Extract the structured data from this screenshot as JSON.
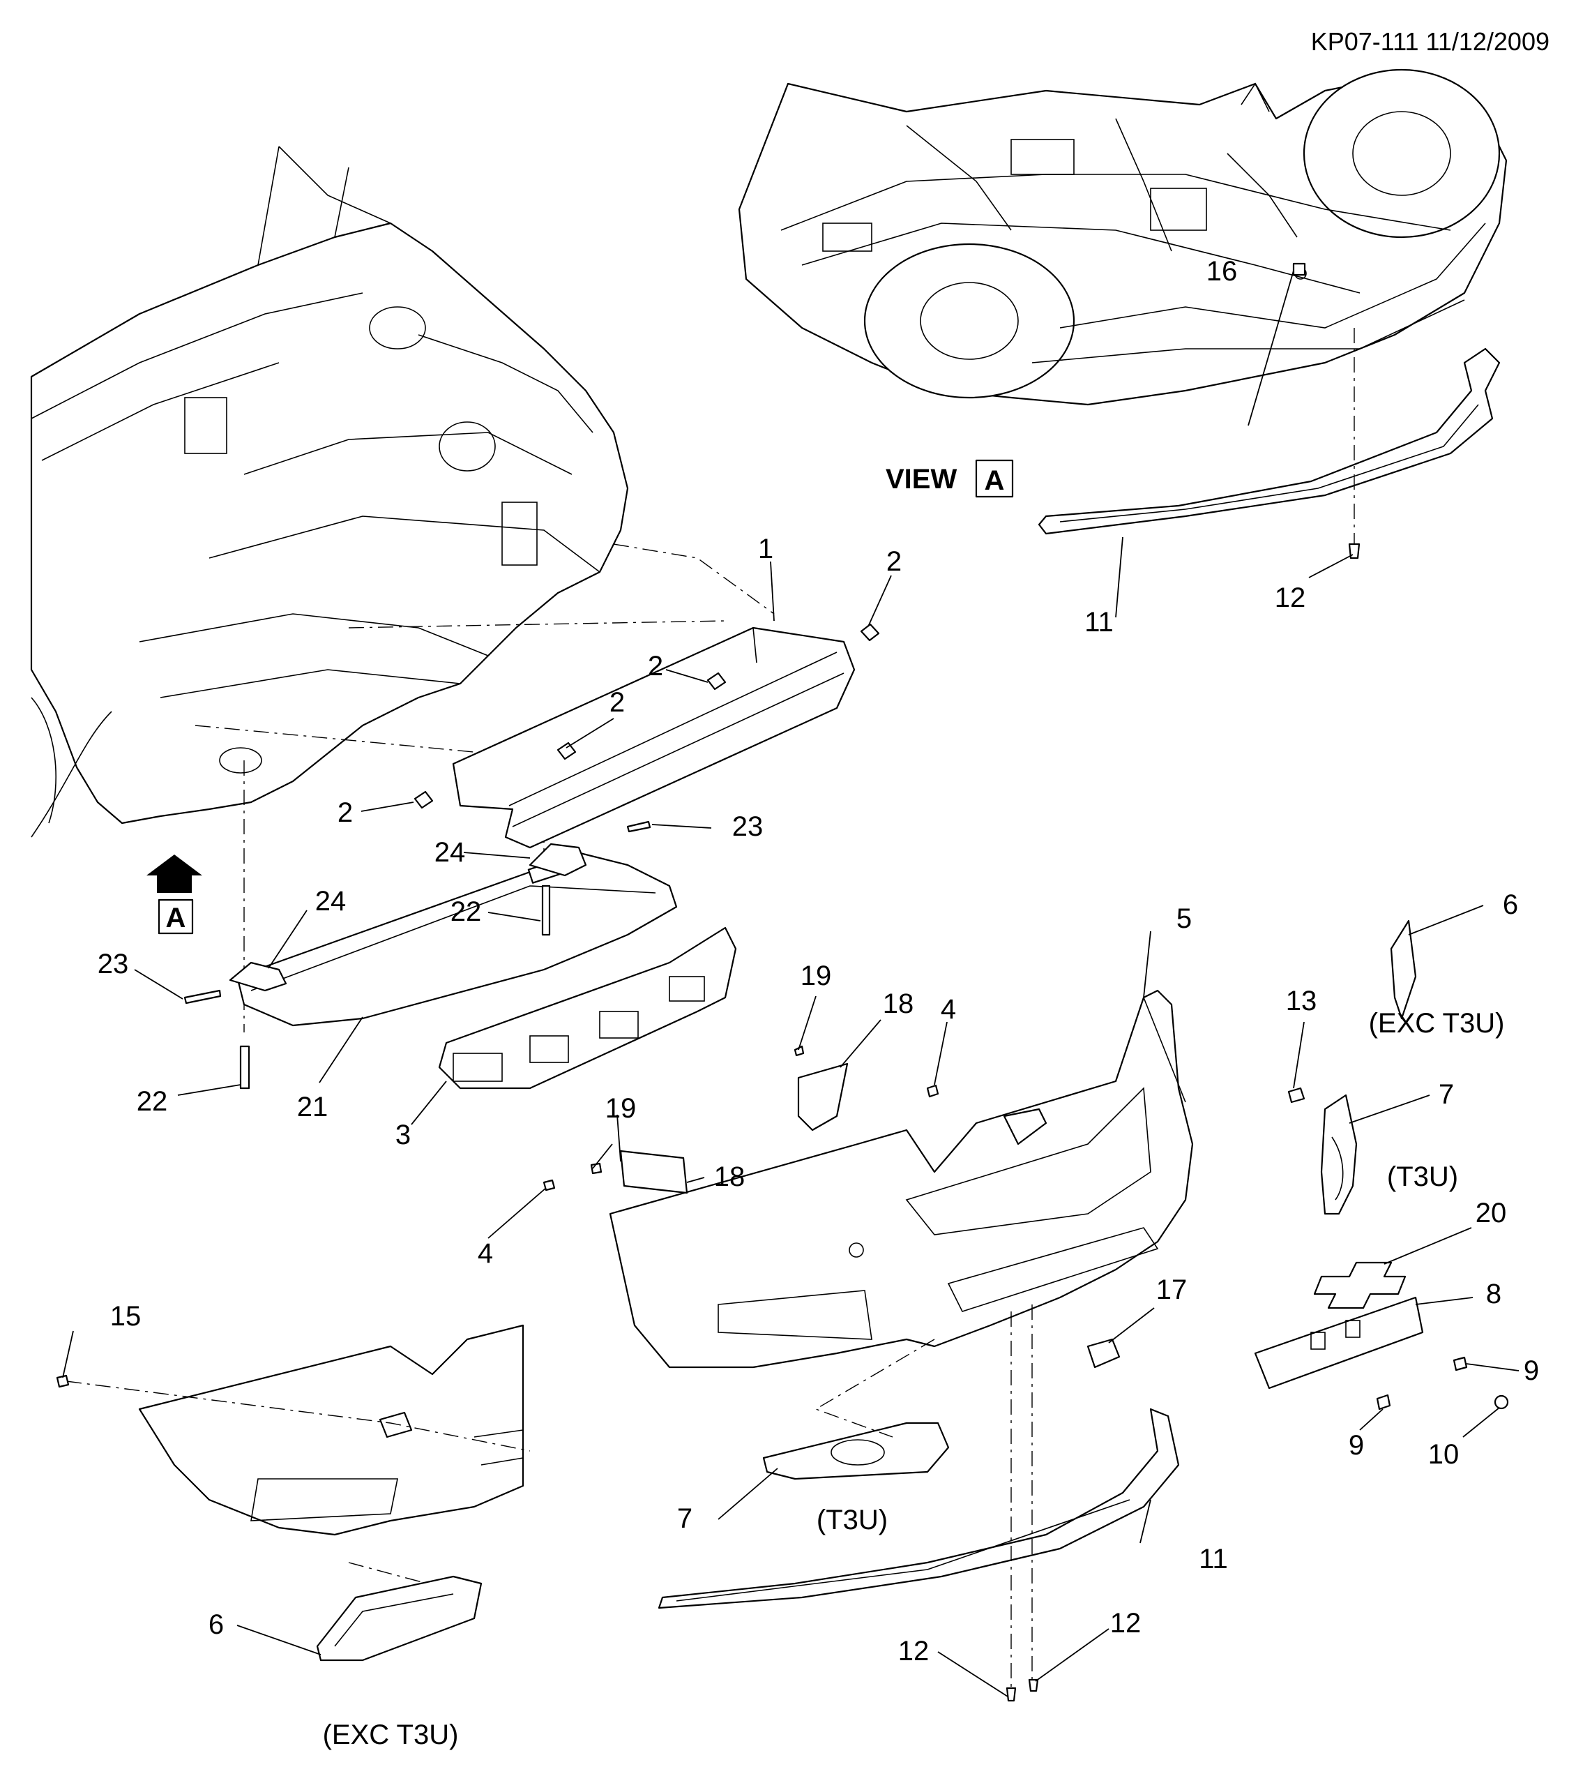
{
  "header": {
    "ref_code": "KP07-111 11/12/2009"
  },
  "view_label": {
    "text": "VIEW",
    "letter": "A"
  },
  "view_arrow": {
    "letter": "A"
  },
  "callouts": {
    "c1": "1",
    "c2a": "2",
    "c2b": "2",
    "c2c": "2",
    "c2d": "2",
    "c3": "3",
    "c4a": "4",
    "c4b": "4",
    "c5": "5",
    "c6a": "6",
    "c6b": "6",
    "c7a": "7",
    "c7b": "7",
    "c8": "8",
    "c9a": "9",
    "c9b": "9",
    "c10": "10",
    "c11a": "11",
    "c11b": "11",
    "c12a": "12",
    "c12b": "12",
    "c12c": "12",
    "c13": "13",
    "c15": "15",
    "c16": "16",
    "c17": "17",
    "c18a": "18",
    "c18b": "18",
    "c19a": "19",
    "c19b": "19",
    "c20": "20",
    "c21": "21",
    "c22a": "22",
    "c22b": "22",
    "c23a": "23",
    "c23b": "23",
    "c24a": "24",
    "c24b": "24"
  },
  "notes": {
    "exc_t3u_top": "(EXC T3U)",
    "t3u_right": "(T3U)",
    "t3u_center": "(T3U)",
    "exc_t3u_bottom": "(EXC T3U)"
  }
}
